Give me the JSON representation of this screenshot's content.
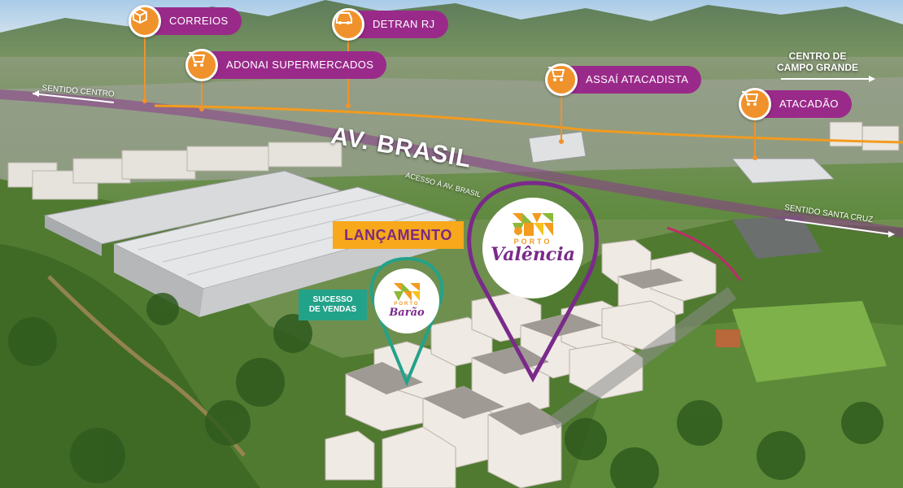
{
  "pois": [
    {
      "name": "correios",
      "label": "CORREIOS",
      "icon": "package-icon"
    },
    {
      "name": "detran-rj",
      "label": "DETRAN RJ",
      "icon": "car-icon"
    },
    {
      "name": "adonai-supermercados",
      "label": "ADONAI SUPERMERCADOS",
      "icon": "shopping-cart-icon"
    },
    {
      "name": "assai-atacadista",
      "label": "ASSAÍ ATACADISTA",
      "icon": "shopping-cart-icon"
    },
    {
      "name": "atacadao",
      "label": "ATACADÃO",
      "icon": "shopping-cart-icon"
    }
  ],
  "map_labels": {
    "avenue": "AV. BRASIL",
    "sentido_centro": "SENTIDO CENTRO",
    "sentido_santa_cruz": "SENTIDO SANTA CRUZ",
    "acesso": "ACESSO À AV. BRASIL",
    "centro_line1": "CENTRO DE",
    "centro_line2": "CAMPO GRANDE"
  },
  "badges": {
    "lancamento": "LANÇAMENTO",
    "sucesso_line1": "SUCESSO",
    "sucesso_line2": "DE VENDAS"
  },
  "logos": {
    "valencia_top": "PORTO",
    "valencia_main": "Valência",
    "barao_top": "PORTO",
    "barao_main": "Barão"
  },
  "colors": {
    "brand_purple": "#9a2a8a",
    "pin_orange": "#f0922b",
    "lancamento_yellow": "#f7a81b",
    "sucesso_green": "#23a28a"
  }
}
